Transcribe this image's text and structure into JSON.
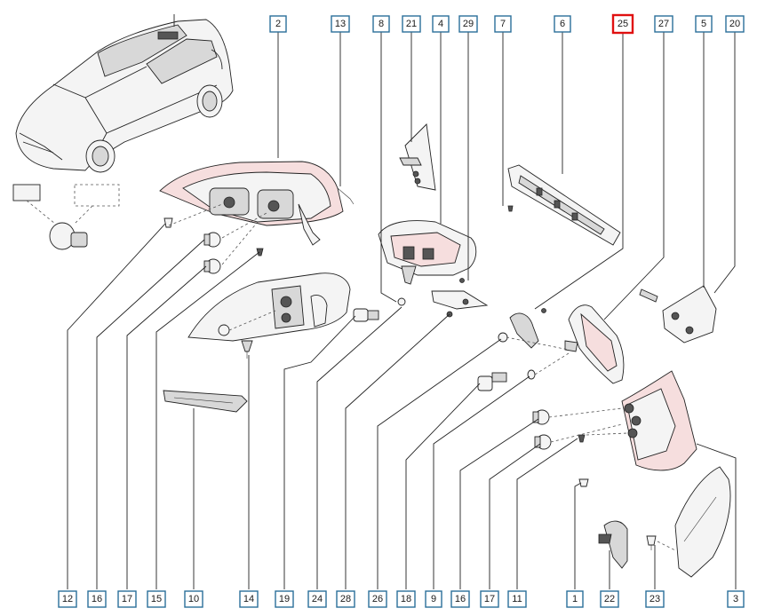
{
  "diagram": {
    "top_labels": [
      "2",
      "13",
      "8",
      "21",
      "4",
      "29",
      "7",
      "6",
      "25",
      "27",
      "5",
      "20"
    ],
    "bottom_labels": [
      "12",
      "16",
      "17",
      "15",
      "10",
      "14",
      "19",
      "24",
      "28",
      "26",
      "18",
      "9",
      "16",
      "17",
      "11",
      "1",
      "22",
      "23",
      "3"
    ],
    "selected_label": "25"
  }
}
